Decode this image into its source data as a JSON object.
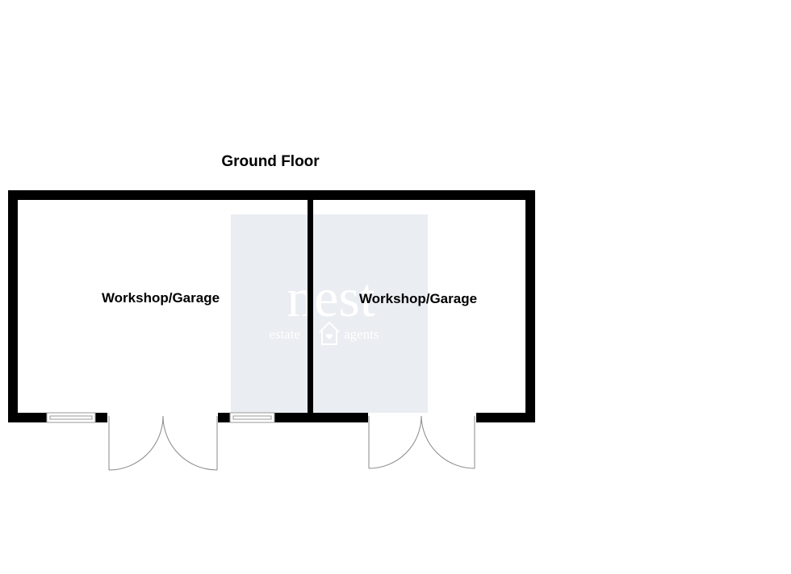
{
  "floor_title": "Ground Floor",
  "rooms": [
    {
      "name": "Workshop/Garage"
    },
    {
      "name": "Workshop/Garage"
    }
  ],
  "watermark": {
    "brand": "nest",
    "tagline_left": "estate",
    "tagline_right": "agents",
    "icon": "house-heart-icon"
  },
  "colors": {
    "wall": "#000000",
    "watermark_bg": "#eaedf2",
    "door_line": "#888888"
  }
}
